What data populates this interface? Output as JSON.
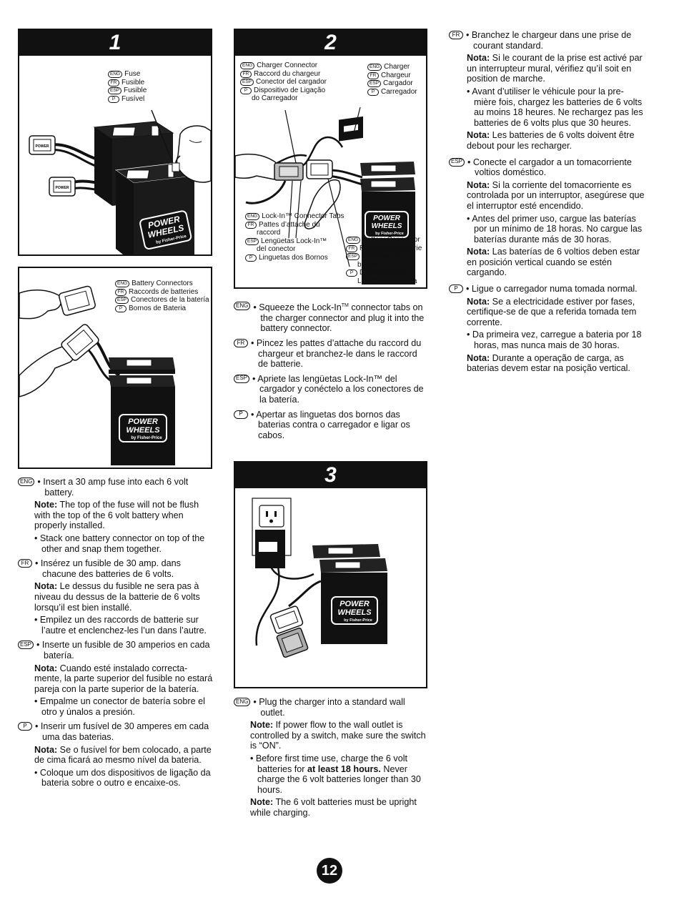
{
  "page_number": "12",
  "panel1": {
    "step": "1",
    "labels": [
      {
        "lang": "ENG",
        "text": "Fuse"
      },
      {
        "lang": "FR",
        "text": "Fusible"
      },
      {
        "lang": "ESP",
        "text": "Fusible"
      },
      {
        "lang": "P",
        "text": "Fusível"
      }
    ],
    "brand": {
      "line1": "POWER",
      "line2": "WHEELS",
      "line3": "by Fisher-Price"
    }
  },
  "panel1b": {
    "labels": [
      {
        "lang": "ENG",
        "text": "Battery Connectors"
      },
      {
        "lang": "FR",
        "text": "Raccords de batteries"
      },
      {
        "lang": "ESP",
        "text": "Conectores de la batería"
      },
      {
        "lang": "P",
        "text": "Bornos de Bateria"
      }
    ]
  },
  "panel2": {
    "step": "2",
    "charger_connector": [
      {
        "lang": "ENG",
        "text": "Charger Connector"
      },
      {
        "lang": "FR",
        "text": "Raccord du chargeur"
      },
      {
        "lang": "ESP",
        "text": "Conector del cargador"
      },
      {
        "lang": "P",
        "text": "Dispositivo de Ligação",
        "cont": "do Carregador"
      }
    ],
    "charger": [
      {
        "lang": "ENG",
        "text": "Charger"
      },
      {
        "lang": "FR",
        "text": "Chargeur"
      },
      {
        "lang": "ESP",
        "text": "Cargador"
      },
      {
        "lang": "P",
        "text": "Carregador"
      }
    ],
    "lockin_tabs": [
      {
        "lang": "ENG",
        "text": "Lock-In™ Connector Tabs"
      },
      {
        "lang": "FR",
        "text": "Pattes d’attache du",
        "cont": "raccord"
      },
      {
        "lang": "ESP",
        "text": "Lengüetas Lock-In™",
        "cont": "del conector"
      },
      {
        "lang": "P",
        "text": "Linguetas dos Bornos"
      }
    ],
    "battery_connector": [
      {
        "lang": "ENG",
        "text": "Battery Connector"
      },
      {
        "lang": "FR",
        "text": "Raccord de batterie"
      },
      {
        "lang": "ESP",
        "text": "Conector de la",
        "cont": "batería"
      },
      {
        "lang": "P",
        "text": "Dispositivo de",
        "cont": "Ligação da Bateria"
      }
    ]
  },
  "panel3": {
    "step": "3"
  },
  "text_col1": {
    "eng_langtag": "ENG",
    "eng_b1": "• Insert a 30 amp fuse into each 6 volt battery.",
    "eng_note_label": "Note:",
    "eng_note": " The top of the fuse will not be flush with the top of the 6 volt battery when properly installed.",
    "eng_b2": "• Stack one battery connector on top of the other and snap them together.",
    "fr_langtag": "FR",
    "fr_b1": "• Insérez un fusible de 30 amp. dans chacune des batteries de 6 volts.",
    "fr_note_label": "Nota:",
    "fr_note": " Le dessus du fusible ne sera pas à niveau du dessus de la batterie de 6 volts lorsqu’il est bien installé.",
    "fr_b2": "• Empilez un des raccords de batterie sur l’autre et enclenchez-les l’un dans l’autre.",
    "esp_langtag": "ESP",
    "esp_b1": "• Inserte un fusible de 30 amperios en cada batería.",
    "esp_note_label": "Nota:",
    "esp_note": " Cuando esté instalado correcta-mente, la parte superior del fusible no estará pareja con la parte superior de la batería.",
    "esp_b2": "• Empalme un conector de batería sobre el otro y únalos a presión.",
    "p_langtag": "P",
    "p_b1": "• Inserir um fusível de 30 amperes em cada uma das baterias.",
    "p_note_label": "Nota:",
    "p_note": " Se o fusível for bem colocado, a parte de cima ficará ao mesmo nível da bateria.",
    "p_b2": "• Coloque um dos dispositivos de ligação da bateria sobre o outro e encaixe-os."
  },
  "text_col2": {
    "eng_langtag": "ENG",
    "eng_b1a": "• Squeeze the Lock-In",
    "eng_b1_tm": "TM",
    "eng_b1b": " connector tabs on the charger connector and plug it into the battery connector.",
    "fr_langtag": "FR",
    "fr_b1": "• Pincez les pattes d’attache du raccord du chargeur et branchez-le dans le raccord de batterie.",
    "esp_langtag": "ESP",
    "esp_b1": "• Apriete las lengüetas Lock-In™ del cargador y conéctelo a los conectores de la batería.",
    "p_langtag": "P",
    "p_b1": "• Apertar as linguetas dos bornos das baterias contra o carregador e ligar os cabos."
  },
  "text_col2b": {
    "eng_langtag": "ENG",
    "eng_b1": "• Plug the charger into a standard wall outlet.",
    "eng_note_label": "Note:",
    "eng_note": " If power flow to the wall outlet is controlled by a switch, make sure the switch is “ON”.",
    "eng_b2a": "• Before first time use, charge the 6 volt batteries for ",
    "eng_b2_bold": "at least 18 hours.",
    "eng_b2b": " Never charge the 6 volt batteries longer than 30 hours.",
    "eng_note2_label": "Note:",
    "eng_note2": " The 6 volt batteries must be upright while charging."
  },
  "text_col3": {
    "fr_langtag": "FR",
    "fr_b1": "• Branchez le chargeur dans une prise de courant standard.",
    "fr_note_label": "Nota:",
    "fr_note": " Si le courant de la prise est activé par un interrupteur mural, vérifiez qu’il soit en position de marche.",
    "fr_b2": "• Avant d’utiliser le véhicule pour la pre-mière fois, chargez les batteries de 6 volts au moins 18 heures. Ne rechargez pas les batteries de 6 volts plus que 30 heures.",
    "fr_note2_label": "Nota:",
    "fr_note2": " Les batteries de 6 volts doivent être debout pour les recharger.",
    "esp_langtag": "ESP",
    "esp_b1": "• Conecte el cargador a un tomacorriente voltios doméstico.",
    "esp_note_label": "Nota:",
    "esp_note": " Si la corriente del tomacorriente es controlada por un interruptor, asegúrese que el interruptor esté encendido.",
    "esp_b2": "• Antes del primer uso, cargue las baterías por un mínimo de 18 horas. No cargue las baterías durante más de 30 horas.",
    "esp_note2_label": "Nota:",
    "esp_note2": " Las baterías de 6 voltios deben estar en posición vertical cuando se estén cargando.",
    "p_langtag": "P",
    "p_b1": "• Ligue o carregador numa tomada normal.",
    "p_note_label": "Nota:",
    "p_note": " Se a electricidade estiver por fases, certifique-se de que a referida tomada tem corrente.",
    "p_b2": "• Da primeira vez, carregue a bateria por 18 horas, mas nunca mais de 30 horas.",
    "p_note2_label": "Nota:",
    "p_note2": " Durante a operação de carga, as baterias devem estar na posição vertical."
  }
}
